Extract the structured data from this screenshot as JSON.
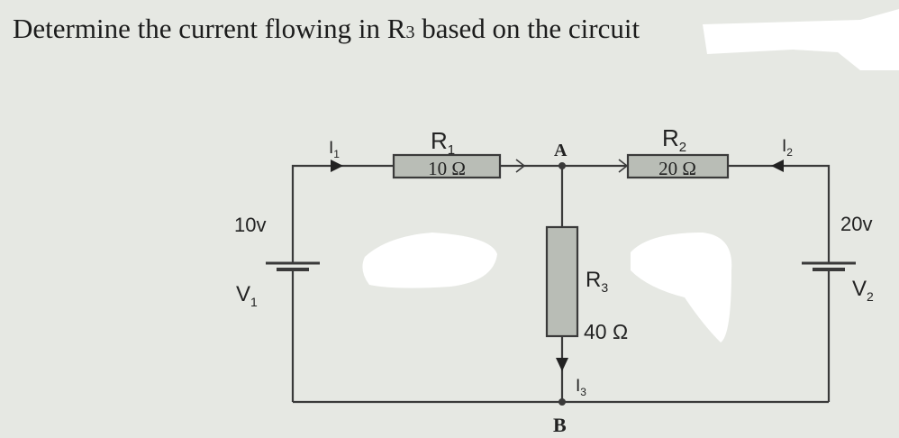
{
  "question": {
    "prefix": "Determine the current flowing in R",
    "subscript": "3",
    "suffix": " based on the circuit"
  },
  "circuit": {
    "node_a": "A",
    "node_b": "B",
    "r1": {
      "name": "R",
      "sub": "1",
      "value": "10 Ω"
    },
    "r2": {
      "name": "R",
      "sub": "2",
      "value": "20 Ω"
    },
    "r3": {
      "name": "R",
      "sub": "3",
      "value": "40 Ω"
    },
    "v1": {
      "voltage": "10v",
      "name": "V",
      "sub": "1"
    },
    "v2": {
      "voltage": "20v",
      "name": "V",
      "sub": "2"
    },
    "i1": {
      "name": "I",
      "sub": "1"
    },
    "i2": {
      "name": "I",
      "sub": "2"
    },
    "i3": {
      "name": "I",
      "sub": "3"
    }
  },
  "colors": {
    "background": "#e6e8e3",
    "wire": "#3a3a3a",
    "resistor_fill": "#b9bdb6",
    "redaction": "#ffffff"
  }
}
